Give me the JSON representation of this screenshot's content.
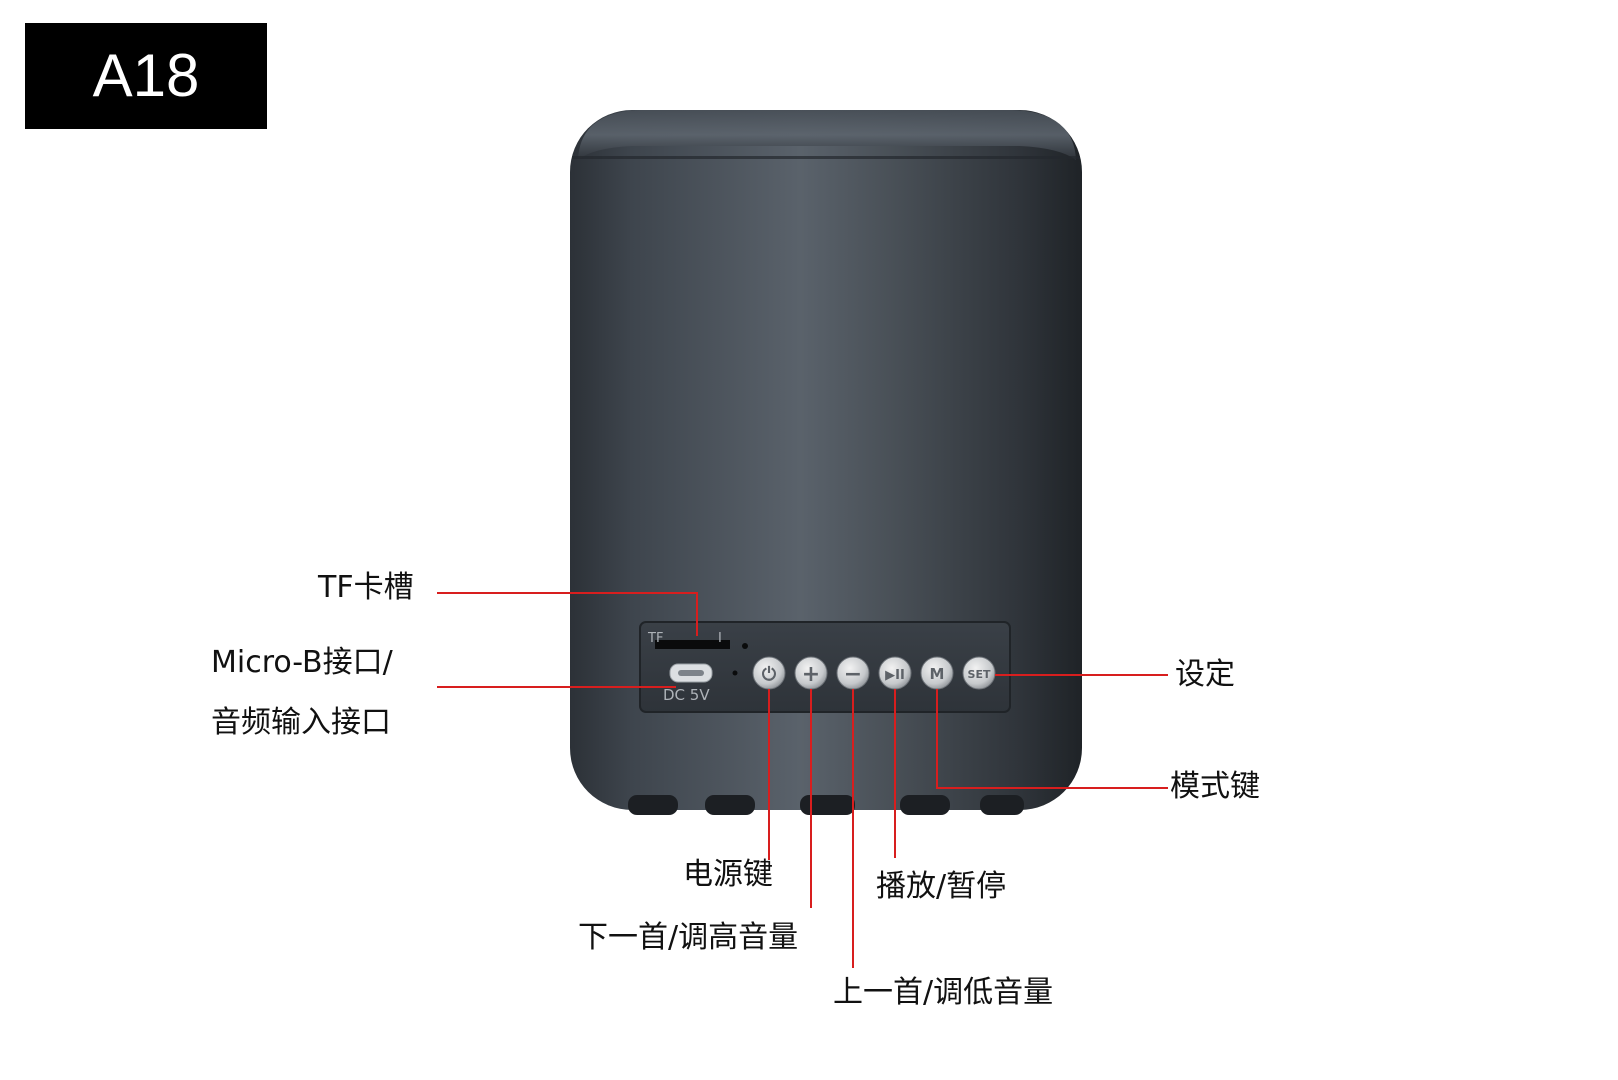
{
  "title": "A18",
  "panel": {
    "port_label": "DC 5V",
    "slot_label_left": "TF",
    "slot_label_right": "I"
  },
  "buttons": [
    {
      "id": "power",
      "icon": "power-icon",
      "glyph": "⏻"
    },
    {
      "id": "plus",
      "icon": "plus-icon",
      "glyph": "+"
    },
    {
      "id": "minus",
      "icon": "minus-icon",
      "glyph": "−"
    },
    {
      "id": "play-pause",
      "icon": "play-pause-icon",
      "glyph": "▶II"
    },
    {
      "id": "mode",
      "icon": "mode-icon",
      "glyph": "M"
    },
    {
      "id": "set",
      "icon": "set-icon",
      "glyph": "SET"
    }
  ],
  "labels": {
    "tf_slot": "TF卡槽",
    "micro_b_line1": "Micro-B接口/",
    "micro_b_line2": "音频输入接口",
    "set": "设定",
    "mode": "模式键",
    "power": "电源键",
    "play_pause": "播放/暂停",
    "next_vol_up": "下一首/调高音量",
    "prev_vol_down": "上一首/调低音量"
  },
  "colors": {
    "leader_line": "#d81e1e",
    "speaker_body": "#3c434b",
    "badge": "#000000"
  }
}
